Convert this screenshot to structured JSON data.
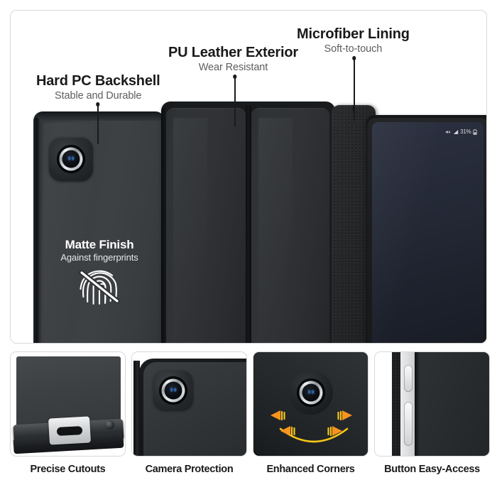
{
  "hero": {
    "callouts": [
      {
        "id": "backshell",
        "title": "Hard PC Backshell",
        "subtitle": "Stable and Durable"
      },
      {
        "id": "pu-leather",
        "title": "PU Leather Exterior",
        "subtitle": "Wear Resistant"
      },
      {
        "id": "microfiber",
        "title": "Microfiber Lining",
        "subtitle": "Soft-to-touch"
      }
    ],
    "overlay": {
      "title": "Matte Finish",
      "subtitle": "Against fingerprints",
      "icon": "no-fingerprint-icon"
    },
    "device_status_bar": {
      "mute_icon": "mute-icon",
      "signal_icon": "signal-bars-icon",
      "battery_percent": "31%",
      "battery_icon": "battery-icon"
    }
  },
  "features": [
    {
      "id": "precise-cutouts",
      "label": "Precise Cutouts",
      "icon": "usb-port-cutout-icon"
    },
    {
      "id": "camera-protection",
      "label": "Camera Protection",
      "icon": "camera-lens-icon"
    },
    {
      "id": "enhanced-corners",
      "label": "Enhanced Corners",
      "icon": "corner-impact-arrows-icon"
    },
    {
      "id": "button-easy-access",
      "label": "Button Easy-Access",
      "icon": "side-buttons-icon"
    }
  ],
  "colors": {
    "accent_orange": "#F7941E",
    "accent_yellow": "#F5C518",
    "text_dark": "#1a1a1a",
    "text_muted": "#5d5d5d",
    "panel_border": "#d9d9d9",
    "case_black": "#303336",
    "screen_navy": "#232835"
  }
}
